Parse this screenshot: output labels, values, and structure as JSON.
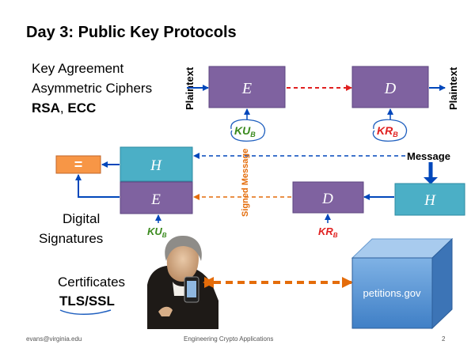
{
  "slide": {
    "title": "Day 3: Public Key Protocols",
    "topics": {
      "line1": "Key Agreement",
      "line2": "Asymmetric Ciphers",
      "rsa": "RSA",
      "comma": ", ",
      "ecc": "ECC"
    },
    "digital": {
      "line1": "Digital",
      "line2": "Signatures"
    },
    "certificates": {
      "line1": "Certificates",
      "line2": "TLS/SSL"
    }
  },
  "diagram": {
    "plaintext_left": "Plaintext",
    "plaintext_right": "Plaintext",
    "encrypt_label": "E",
    "decrypt_label": "D",
    "hash_label": "H",
    "equals_symbol": "=",
    "key_ku": "KU",
    "key_kr": "KR",
    "key_subscript": "B",
    "message_label": "Message",
    "signed_message_label": "Signed Message",
    "website_label": "petitions.gov",
    "colors": {
      "box_purple": "#7F62A0",
      "box_teal": "#4BAFC6",
      "box_orange": "#F79646",
      "arrow_blue": "#0047BB",
      "arrow_red": "#E02020",
      "arrow_orange": "#E46C0A",
      "key_green": "#3A8A1E",
      "key_red": "#E02020",
      "cube_blue": "#5B9BD5"
    }
  },
  "footer": {
    "left": "evans@virginia.edu",
    "center": "Engineering Crypto Applications",
    "page": "2"
  }
}
